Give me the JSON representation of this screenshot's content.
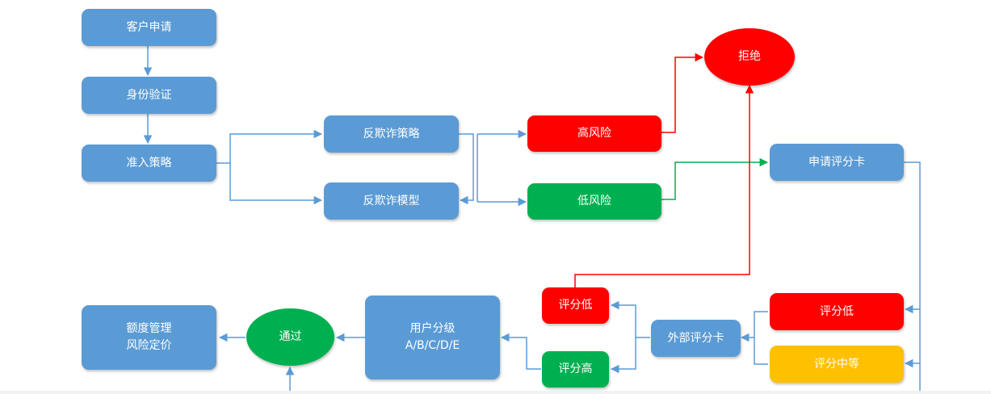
{
  "nodes": {
    "apply": "客户申请",
    "identity": "身份验证",
    "admission": "准入策略",
    "fraud_strategy": "反欺诈策略",
    "fraud_model": "反欺诈模型",
    "high_risk": "高风险",
    "low_risk": "低风险",
    "reject": "拒绝",
    "app_scorecard": "申请评分卡",
    "ext_low": "评分低",
    "ext_mid": "评分中等",
    "ext_scorecard": "外部评分卡",
    "res_low": "评分低",
    "res_high": "评分高",
    "segment_title": "用户分级",
    "segment_grades": "A/B/C/D/E",
    "pass": "通过",
    "limit_line1": "额度管理",
    "limit_line2": "风险定价"
  },
  "colors": {
    "blue": "#5b9bd5",
    "red": "#ff0000",
    "green": "#00b050",
    "yellow": "#ffc000"
  }
}
